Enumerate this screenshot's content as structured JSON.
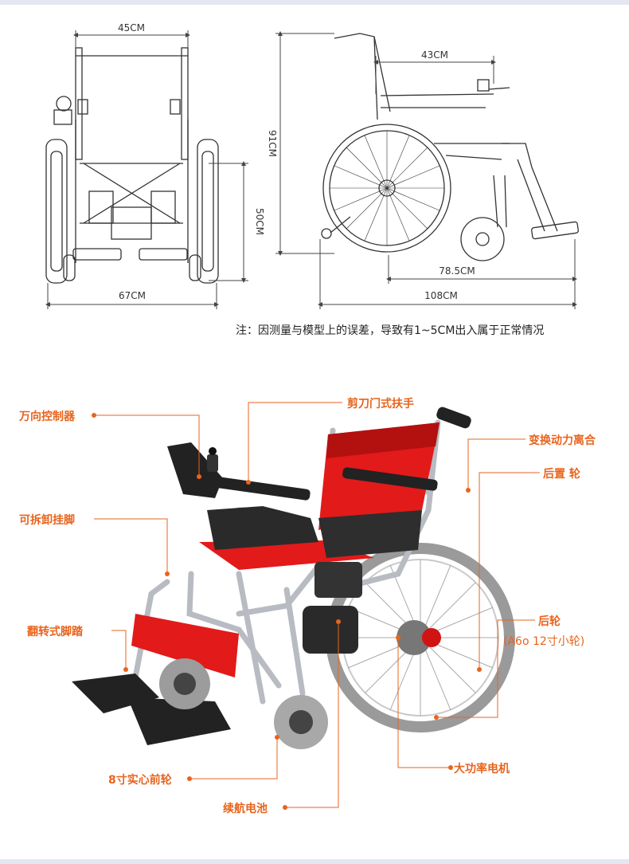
{
  "diagram": {
    "front_width": "45CM",
    "front_total_width": "67CM",
    "seat_height": "50CM",
    "total_height": "91CM",
    "seat_depth": "43CM",
    "base_length": "78.5CM",
    "total_length": "108CM"
  },
  "note": "注：因测量与模型上的误差，导致有1~5CM出入属于正常情况",
  "callouts": {
    "controller": "万向控制器",
    "armrest": "剪刀门式扶手",
    "clutch": "变换动力离合",
    "rear_mount": "后置 轮",
    "detachable_leg": "可拆卸挂脚",
    "footrest": "翻转式脚踏",
    "rear_wheel": "后轮",
    "rear_wheel_sub": "(A6o 12寸小轮)",
    "front_wheel": "8寸实心前轮",
    "motor": "大功率电机",
    "battery": "续航电池"
  },
  "colors": {
    "accent": "#e8641d",
    "seat": "#e21a1a",
    "frame": "#b8bcc2"
  }
}
